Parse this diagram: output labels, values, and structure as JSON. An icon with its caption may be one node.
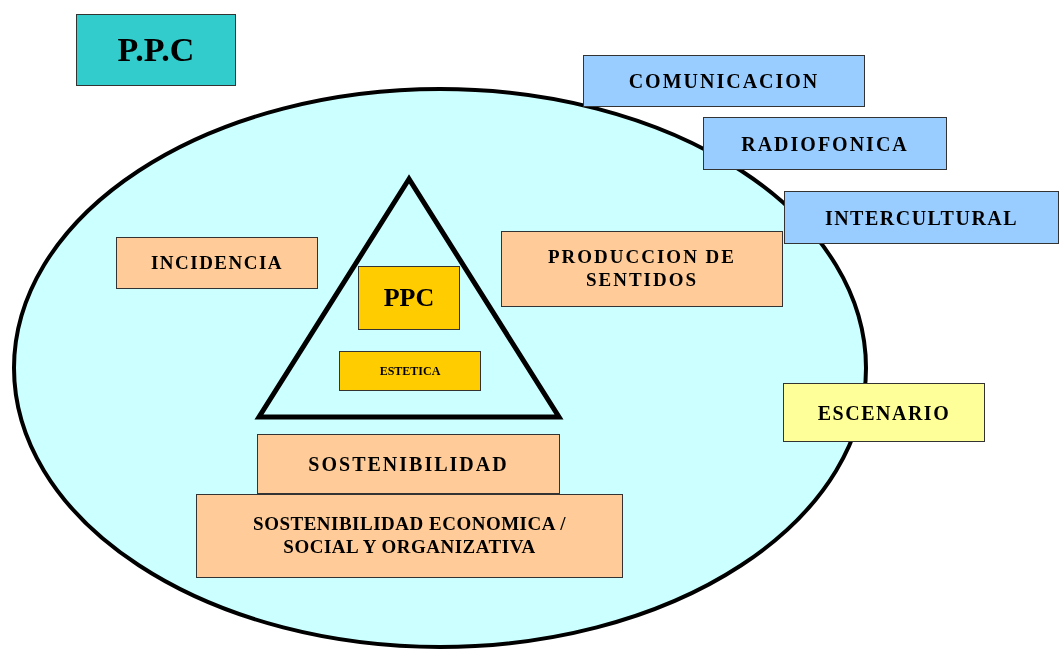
{
  "diagram": {
    "nodes": [
      {
        "text": [
          "P.P.C"
        ]
      },
      {
        "text": [],
        "shape": "ellipse"
      },
      {
        "text": [
          "COMUNICACION"
        ]
      },
      {
        "text": [
          "RADIOFONICA"
        ]
      },
      {
        "text": [],
        "shape": "triangle",
        "in": 1
      },
      {
        "text": [
          "INTERCULTURAL"
        ]
      },
      {
        "text": [
          "INCIDENCIA"
        ],
        "in": 1
      },
      {
        "text": [
          "PRODUCCION DE SENTIDOS"
        ],
        "in": 1
      },
      {
        "text": [
          "PPC"
        ],
        "in": 4
      },
      {
        "text": [
          "ESTETICA"
        ],
        "in": 4
      },
      {
        "text": [
          "ESCENARIO"
        ]
      },
      {
        "text": [
          "SOSTENIBILIDAD"
        ],
        "in": 1
      },
      {
        "text": [
          "SOSTENIBILIDAD ECONOMICA / SOCIAL Y ORGANIZATIVA"
        ],
        "in": 1
      }
    ]
  }
}
